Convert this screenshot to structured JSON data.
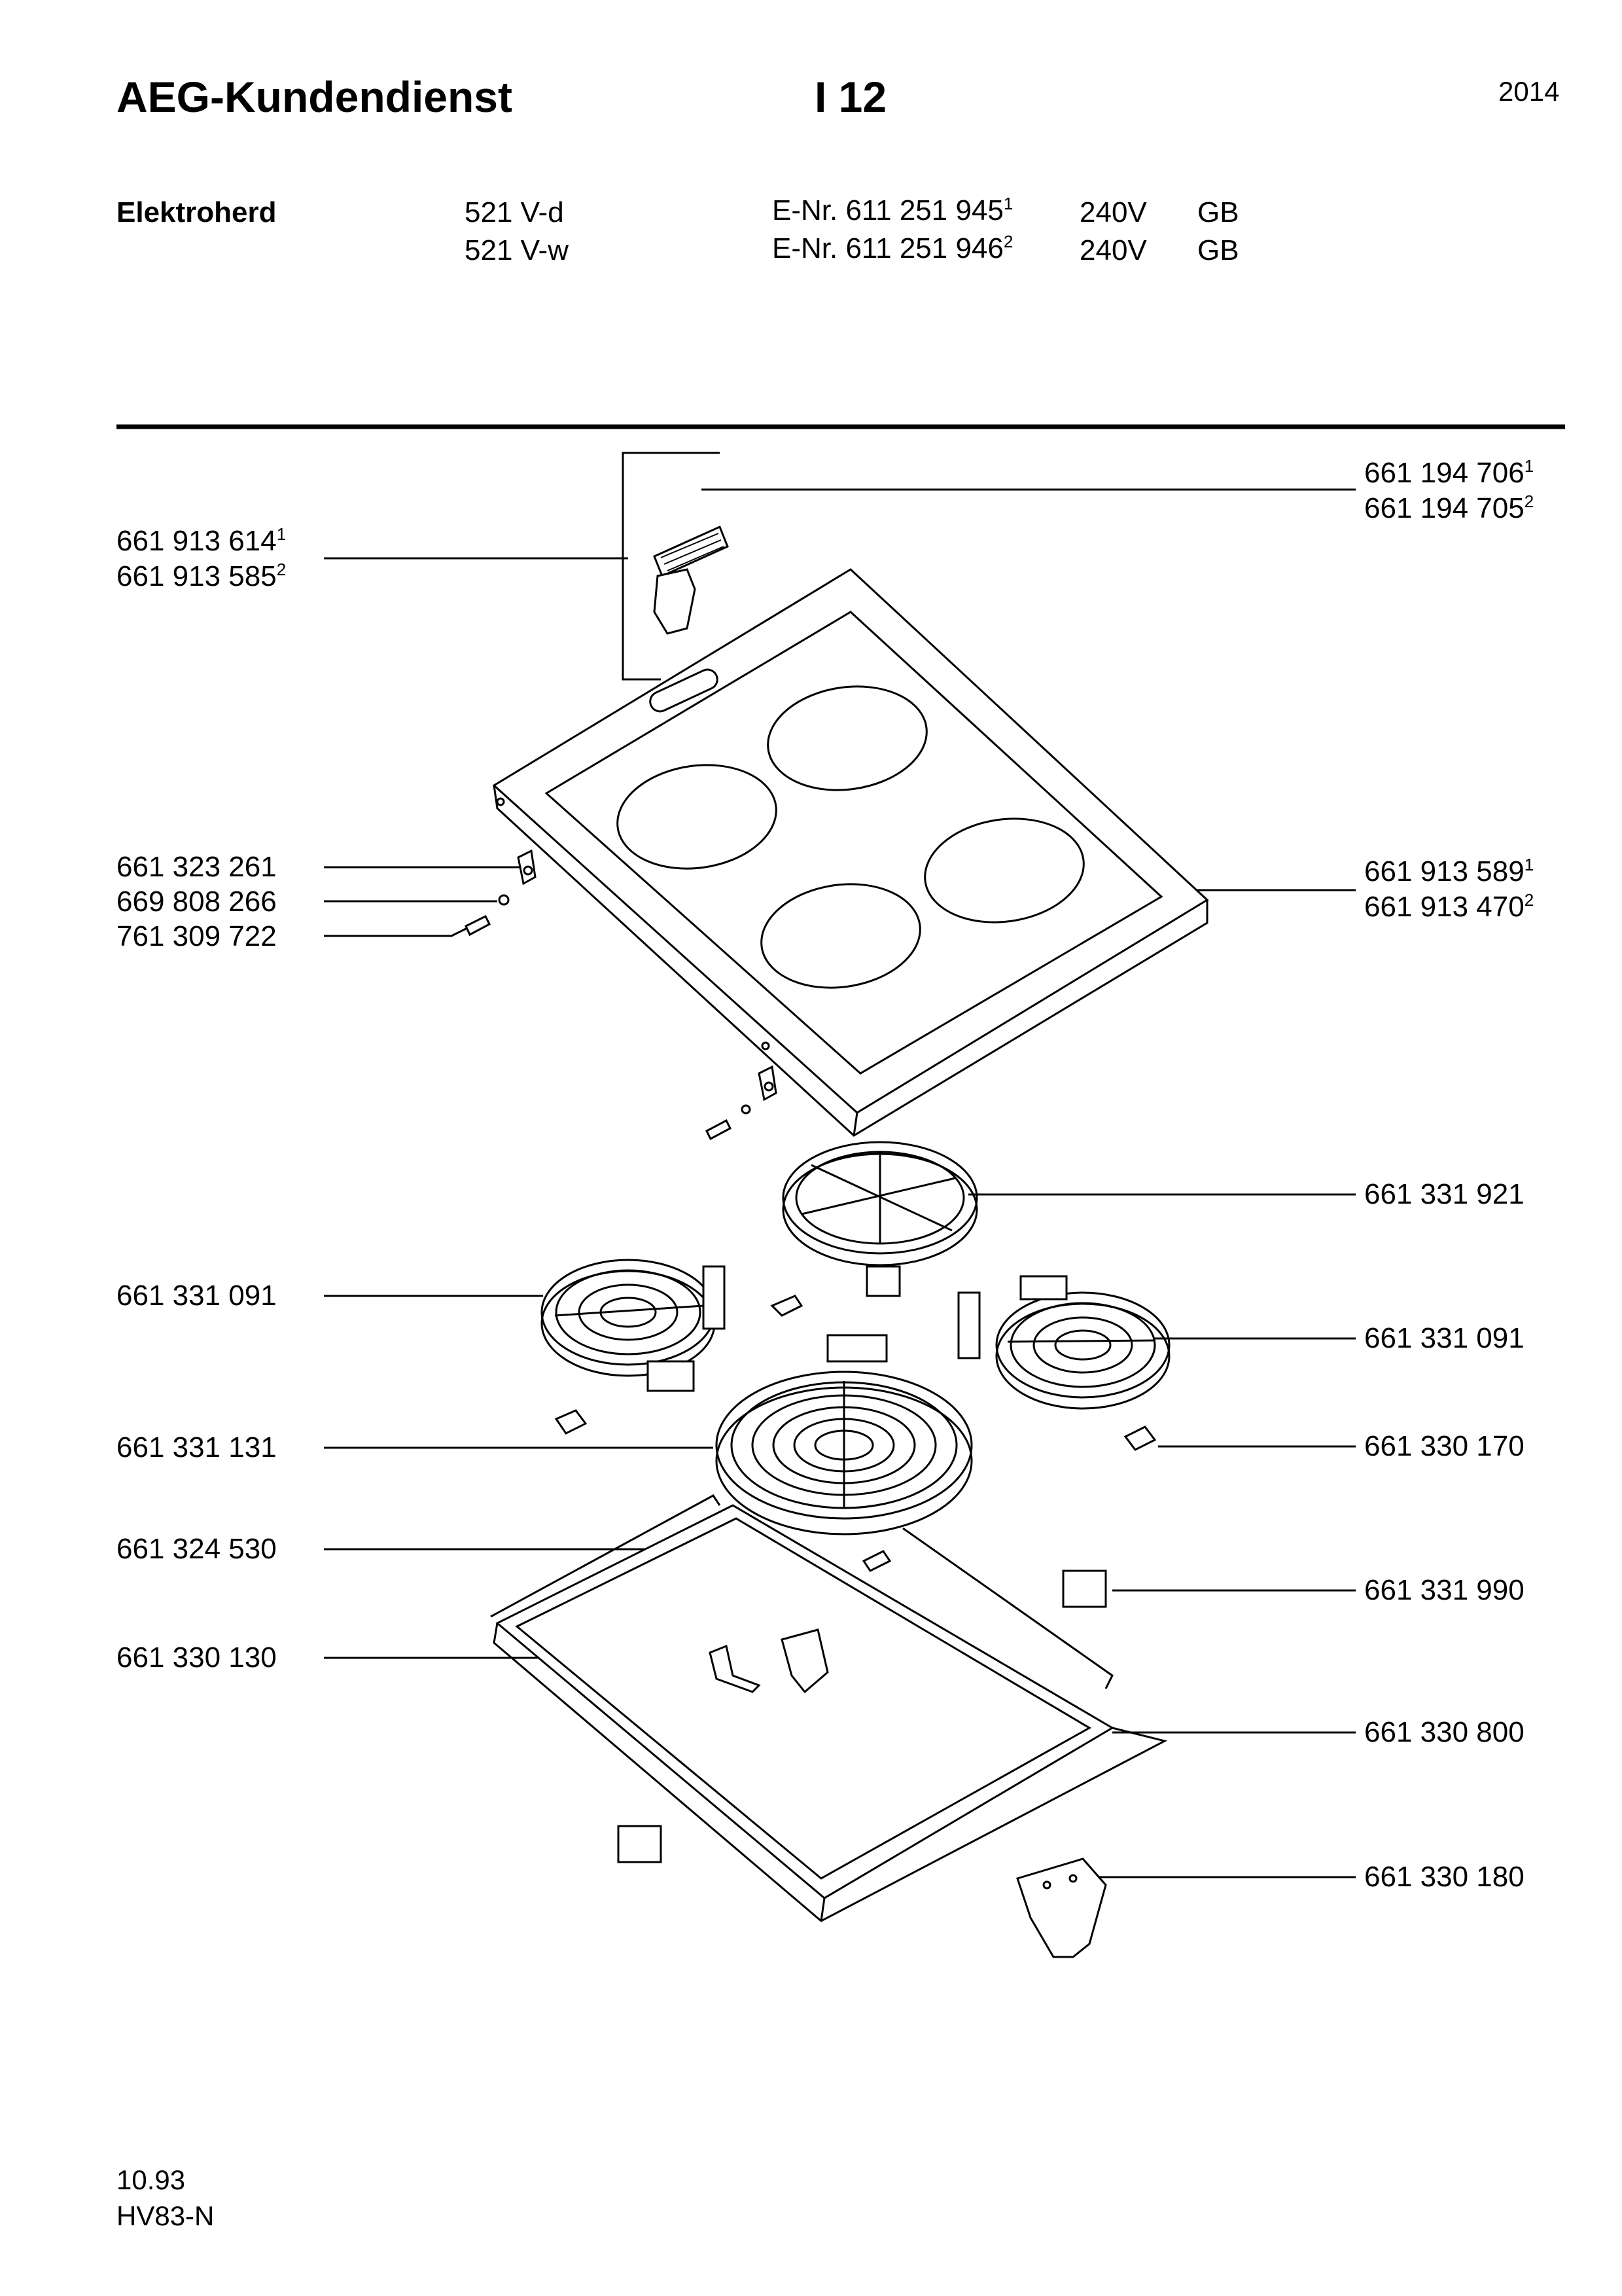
{
  "header": {
    "brand": "AEG-Kundendienst",
    "section": "I 12",
    "page_number": "2014"
  },
  "product": {
    "type": "Elektroherd",
    "variants": [
      {
        "model": "521 V-d",
        "enr": "E-Nr. 611 251 945",
        "sup": "1",
        "voltage": "240V",
        "country": "GB"
      },
      {
        "model": "521 V-w",
        "enr": "E-Nr. 611 251 946",
        "sup": "2",
        "voltage": "240V",
        "country": "GB"
      }
    ]
  },
  "parts": {
    "knob_cover": [
      {
        "num": "661 194 706",
        "sup": "1"
      },
      {
        "num": "661 194 705",
        "sup": "2"
      }
    ],
    "knob": [
      {
        "num": "661 913 614",
        "sup": "1"
      },
      {
        "num": "661 913 585",
        "sup": "2"
      }
    ],
    "hob_top": [
      {
        "num": "661 913 589",
        "sup": "1"
      },
      {
        "num": "661 913 470",
        "sup": "2"
      }
    ],
    "bracket": "661 323 261",
    "washer": "669 808 266",
    "screw": "761 309 722",
    "heater_back": "661 331 921",
    "heater_left": "661 331 091",
    "heater_right": "661 331 091",
    "heater_large": "661 331 131",
    "clip": "661 330 170",
    "pan": "661 324 530",
    "terminal": "661 331 990",
    "holder": "661 330 130",
    "frame": "661 330 800",
    "support": "661 330 180"
  },
  "footer": {
    "date": "10.93",
    "code": "HV83-N"
  }
}
